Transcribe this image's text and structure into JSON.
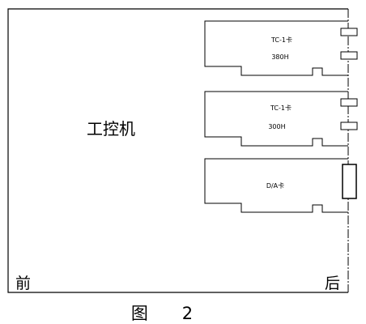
{
  "diagram": {
    "enclosure_label": "工控机",
    "front_label": "前",
    "rear_label": "后",
    "caption": "图　　2",
    "cards": [
      {
        "name": "TC-1卡",
        "value": "380H"
      },
      {
        "name": "TC-1卡",
        "value": "300H"
      },
      {
        "name": "D/A卡",
        "value": ""
      }
    ]
  },
  "colors": {
    "line": "#000000",
    "background": "#ffffff"
  }
}
